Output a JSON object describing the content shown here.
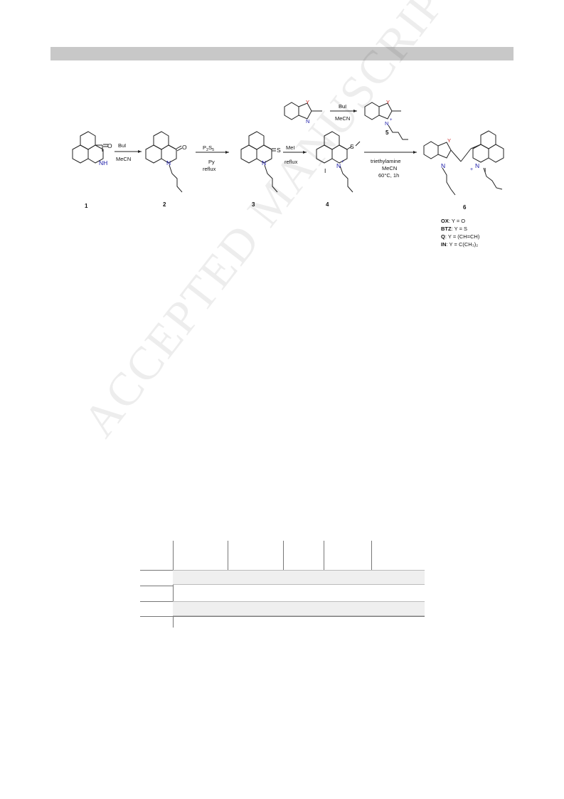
{
  "scheme": {
    "compounds": [
      {
        "id": "compound-1",
        "number": "1"
      },
      {
        "id": "compound-2",
        "number": "2"
      },
      {
        "id": "compound-3",
        "number": "3"
      },
      {
        "id": "compound-4",
        "number": "4"
      },
      {
        "id": "compound-5",
        "number": "5"
      },
      {
        "id": "compound-6",
        "number": "6"
      }
    ],
    "atoms": {
      "carbonyl_O": "O",
      "NH": "NH",
      "N": "N",
      "thione_S": "S",
      "methylthio_S": "S",
      "iodide": "I",
      "Nplus": "N",
      "plus": "+",
      "Y": "Y",
      "I_minus": "I"
    },
    "reagents": {
      "step1_top": "BuI",
      "step1_bottom": "MeCN",
      "step2_top": "P",
      "step2_top_sub1": "2",
      "step2_top_S": "S",
      "step2_top_sub2": "5",
      "step2_bottom1": "Py",
      "step2_bottom2": "reflux",
      "step3_top": "MeI",
      "step3_bottom": "reflux",
      "step4_line1": "triethylamine",
      "step4_line2": "MeCN",
      "step4_line3": "60°C, 1h",
      "step5_top": "BuI",
      "step5_bottom": "MeCN"
    },
    "legend": [
      {
        "abbr": "OX",
        "def": ": Y = O"
      },
      {
        "abbr": "BTZ",
        "def": ": Y = S"
      },
      {
        "abbr": "Q",
        "def": ": Y = (CH=CH)"
      },
      {
        "abbr": "IN",
        "def": ": Y = C(CH₃)₂"
      }
    ]
  },
  "watermark": {
    "text": "ACCEPTED MANUSCRIPT"
  },
  "colors": {
    "header_bar": "#c8c8c8",
    "nitrogen": "#1a1aa8",
    "heteroatom_Y": "#cc2222",
    "bond": "#222222"
  }
}
